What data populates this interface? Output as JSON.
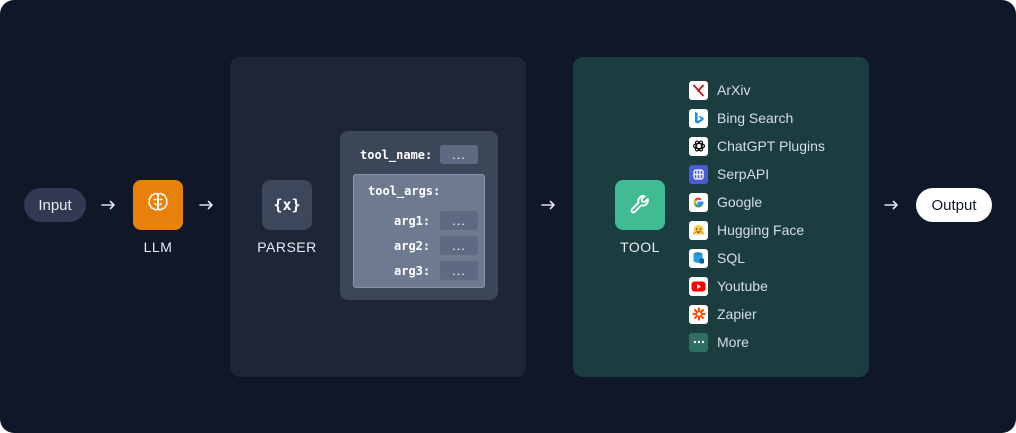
{
  "input": {
    "label": "Input"
  },
  "llm": {
    "label": "LLM"
  },
  "parser": {
    "label": "PARSER",
    "icon_text": "{x}",
    "tool_name_key": "tool_name:",
    "tool_args_key": "tool_args:",
    "placeholder": "...",
    "args": [
      "arg1:",
      "arg2:",
      "arg3:"
    ]
  },
  "tool": {
    "label": "TOOL",
    "items": [
      {
        "label": "ArXiv",
        "icon": "arxiv-icon"
      },
      {
        "label": "Bing Search",
        "icon": "bing-icon"
      },
      {
        "label": "ChatGPT Plugins",
        "icon": "openai-icon"
      },
      {
        "label": "SerpAPI",
        "icon": "serpapi-icon"
      },
      {
        "label": "Google",
        "icon": "google-icon"
      },
      {
        "label": "Hugging Face",
        "icon": "hugging-face-icon"
      },
      {
        "label": "SQL",
        "icon": "sql-icon"
      },
      {
        "label": "Youtube",
        "icon": "youtube-icon"
      },
      {
        "label": "Zapier",
        "icon": "zapier-icon"
      },
      {
        "label": "More",
        "icon": "more-icon"
      }
    ]
  },
  "output": {
    "label": "Output"
  },
  "colors": {
    "background": "#101729",
    "llm_accent": "#e8810c",
    "tool_accent": "#41bb93",
    "parser_panel": "#1d2537",
    "tool_panel": "#1b3d40"
  }
}
